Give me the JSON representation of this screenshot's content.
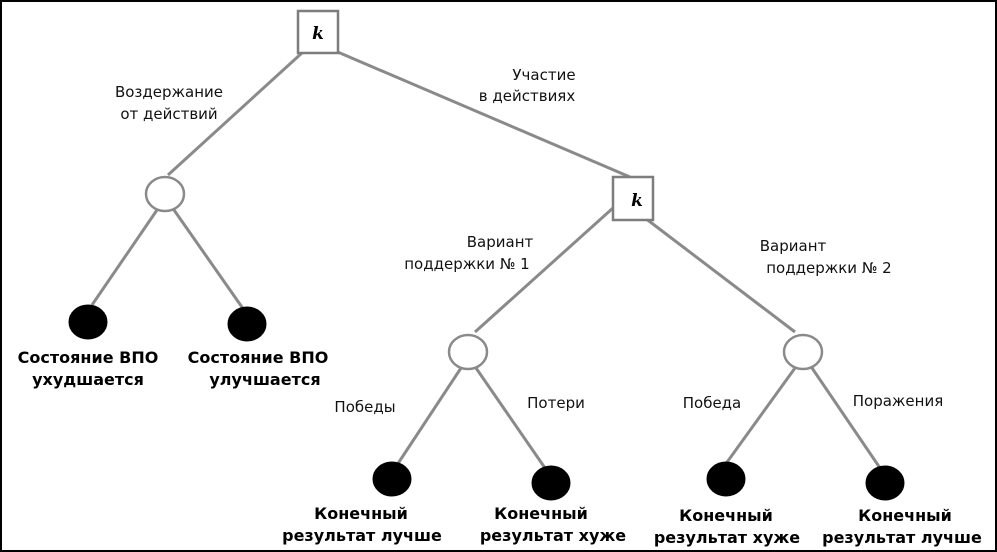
{
  "decision_symbol": "k",
  "root": {
    "branches": [
      {
        "label": [
          "Воздержание",
          "от действий"
        ]
      },
      {
        "label": [
          "Участие",
          "в действиях"
        ]
      }
    ]
  },
  "abstain_outcomes": [
    [
      "Состояние ВПО",
      "ухудшается"
    ],
    [
      "Состояние ВПО",
      "улучшается"
    ]
  ],
  "participation": {
    "branches": [
      {
        "label": [
          "Вариант",
          "поддержки № 1"
        ]
      },
      {
        "label": [
          "Вариант",
          "поддержки № 2"
        ]
      }
    ],
    "option1": {
      "branches": [
        "Победы",
        "Потери"
      ],
      "outcomes": [
        [
          "Конечный",
          "результат лучше"
        ],
        [
          "Конечный",
          "результат хуже"
        ]
      ]
    },
    "option2": {
      "branches": [
        "Победа",
        "Поражения"
      ],
      "outcomes": [
        [
          "Конечный",
          "результат хуже"
        ],
        [
          "Конечный",
          "результат лучше"
        ]
      ]
    }
  }
}
